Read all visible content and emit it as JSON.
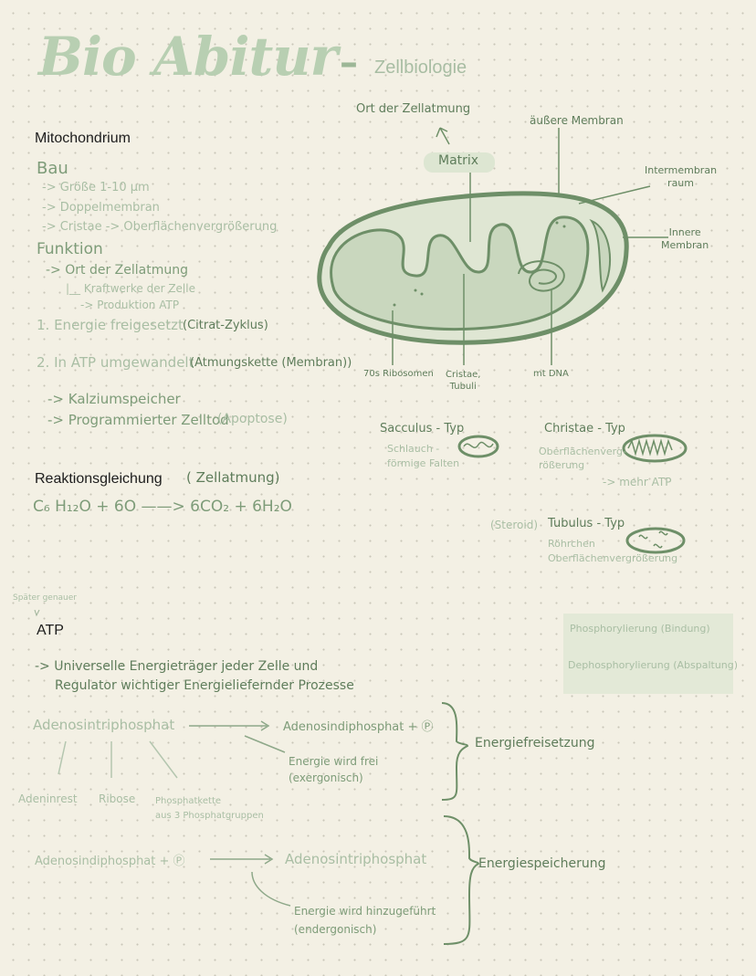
{
  "header": {
    "title": "Bio Abitur",
    "dash": "–",
    "subtitle": "Zellbiologie"
  },
  "mito": {
    "heading": "Mitochondrium",
    "bau": "Bau",
    "bau_items": [
      "-> Größe 1-10 µm",
      "-> Doppelmembran",
      "-> Cristae -> Oberflächenvergrößerung"
    ],
    "funktion": "Funktion",
    "f1": "-> Ort der Zellatmung",
    "f1a": "|__ Kraftwerke der Zelle",
    "f1b": "-> Produktion ATP",
    "step1": "1. Energie freigesetzt",
    "step1b": "(Citrat-Zyklus)",
    "step2": "2. In ATP umgewandelt",
    "step2b": "(Atmungskette (Membran))",
    "f2": "-> Kalziumspeicher",
    "f3": "-> Programmierter Zelltod",
    "f3b": "(Apoptose)"
  },
  "diagram": {
    "ort": "Ort der Zellatmung",
    "matrix": "Matrix",
    "aussere": "äußere Membran",
    "intermembran": "Intermembran\nraum",
    "innere": "Innere\nMembran",
    "ribosomen": "70s Ribosomen",
    "cristae": "Cristae,\nTubuli",
    "mtdna": "mt DNA"
  },
  "types": {
    "sacculus": "Sacculus - Typ",
    "sacculus_desc": "Schlauch -\nförmige Falten",
    "christae": "Christae - Typ",
    "christae_desc": "Oberflächenverg-\nrößerung",
    "christae_more": "-> mehr ATP",
    "steroid": "(Steroid)",
    "tubulus": "Tubulus - Typ",
    "tubulus_desc": "Röhrchen\nOberflächenvergrößerung"
  },
  "reaction": {
    "heading": "Reaktionsgleichung",
    "heading_b": "( Zellatmung)",
    "equation": "C₆ H₁₂O + 6O  ——>  6CO₂ + 6H₂O"
  },
  "atp": {
    "note": "Später genauer",
    "heading": "ATP",
    "box1": "Phosphorylierung (Bindung)",
    "box2": "Dephosphorylierung (Abspaltung)",
    "desc1": "-> Universelle Energieträger jeder Zelle und",
    "desc2": "Regulator wichtiger Energieliefernder Prozesse",
    "atp_name": "Adenosintriphosphat",
    "adp_p": "Adenosindiphosphat + Ⓟ",
    "energie_frei": "Energie wird frei\n(exergonisch)",
    "freisetzung": "Energiefreisetzung",
    "adeninrest": "Adeninrest",
    "ribose": "Ribose",
    "phosphat": "Phosphatkette\naus 3 Phosphatgruppen",
    "adp_p2": "Adenosindiphosphat + Ⓟ",
    "atp_name2": "Adenosintriphosphat",
    "speicherung": "Energiespeicherung",
    "energie_zu": "Energie wird hinzugeführt\n(endergonisch)"
  }
}
